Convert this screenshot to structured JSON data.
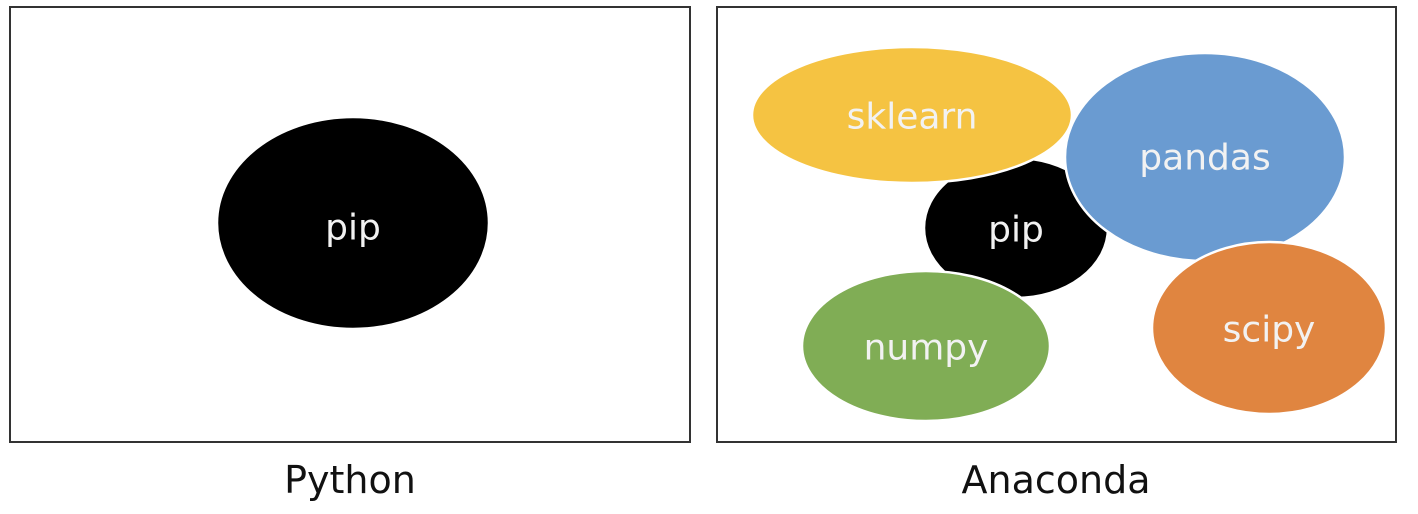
{
  "panels": [
    {
      "caption": "Python",
      "packages": [
        {
          "label": "pip",
          "color": "#000000"
        }
      ]
    },
    {
      "caption": "Anaconda",
      "packages": [
        {
          "label": "pip",
          "color": "#000000"
        },
        {
          "label": "sklearn",
          "color": "#F5C342"
        },
        {
          "label": "numpy",
          "color": "#80AD55"
        },
        {
          "label": "pandas",
          "color": "#6A9BD1"
        },
        {
          "label": "scipy",
          "color": "#E08540"
        }
      ]
    }
  ]
}
